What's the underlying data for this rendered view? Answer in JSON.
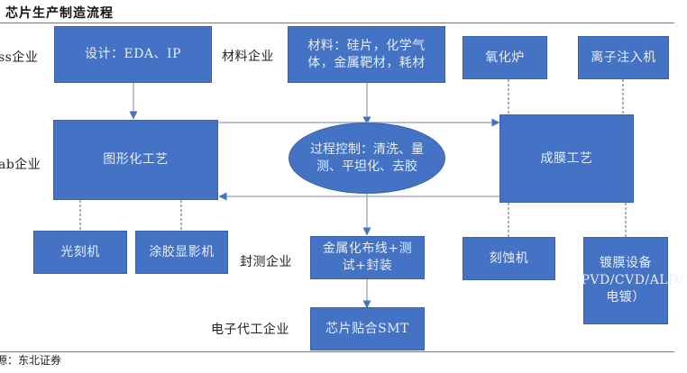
{
  "title": "芯片生产制造流程",
  "source": "源：东北证券",
  "row_labels": {
    "fabless": "ss企业",
    "fab": "ab企业",
    "materials": "材料企业",
    "packaging": "封测企业",
    "ems": "电子代工企业"
  },
  "boxes": {
    "design": "设计：EDA、IP",
    "materials": "材料：硅片，化学气体，金属靶材，耗材",
    "oxidation_furnace": "氧化炉",
    "ion_implanter": "离子注入机",
    "lithography_process": "图形化工艺",
    "process_control": "过程控制：清洗、量测、平坦化、去胶",
    "film_process": "成膜工艺",
    "lithography_machine": "光刻机",
    "coater_developer": "涂胶显影机",
    "metallization_test_pack": "金属化布线+测试+封装",
    "etcher": "刻蚀机",
    "deposition_equipment": "镀膜设备（PVD/CVD/ALD/电镀）",
    "smt": "芯片贴合SMT"
  },
  "colors": {
    "box_fill": "#4472c4",
    "box_text": "#e9eef8",
    "connector": "#a6b0c3",
    "arrow_head": "#4472c4"
  }
}
